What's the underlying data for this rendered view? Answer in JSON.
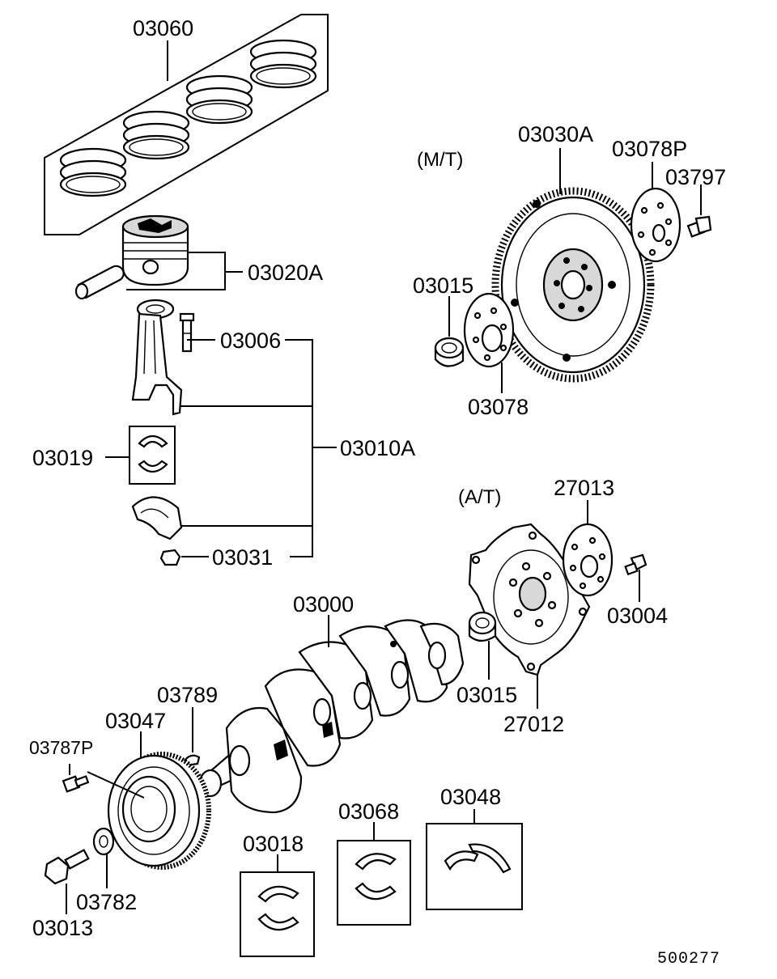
{
  "labels": {
    "p03060": "03060",
    "p03020A": "03020A",
    "p03006": "03006",
    "p03010A": "03010A",
    "p03019": "03019",
    "p03031": "03031",
    "p03030A": "03030A",
    "p03078P": "03078P",
    "p03797": "03797",
    "p03015_mt": "03015",
    "p03078": "03078",
    "p27013": "27013",
    "p03004": "03004",
    "p03015_at": "03015",
    "p27012": "27012",
    "p03000": "03000",
    "p03789": "03789",
    "p03047": "03047",
    "p03787P": "03787P",
    "p03782": "03782",
    "p03013": "03013",
    "p03018": "03018",
    "p03068": "03068",
    "p03048": "03048"
  },
  "captions": {
    "manual": "(M/T)",
    "automatic": "(A/T)"
  },
  "reference": "500277"
}
